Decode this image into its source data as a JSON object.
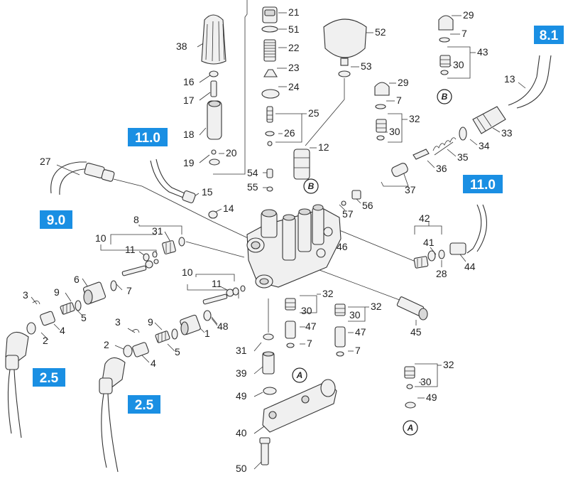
{
  "accent_color": "#1a8fe3",
  "part_numbers": [
    "1",
    "2",
    "3",
    "4",
    "5",
    "6",
    "7",
    "8",
    "9",
    "10",
    "11",
    "12",
    "13",
    "14",
    "15",
    "16",
    "17",
    "18",
    "19",
    "20",
    "21",
    "22",
    "23",
    "24",
    "25",
    "26",
    "27",
    "28",
    "29",
    "30",
    "31",
    "32",
    "33",
    "34",
    "35",
    "36",
    "37",
    "38",
    "39",
    "40",
    "41",
    "42",
    "43",
    "44",
    "45",
    "46",
    "47",
    "48",
    "49",
    "50",
    "51",
    "52",
    "53",
    "54",
    "55",
    "56",
    "57"
  ],
  "labels": {
    "p1": "1",
    "p2a": "2",
    "p2b": "2",
    "p3a": "3",
    "p3b": "3",
    "p4a": "4",
    "p4b": "4",
    "p5a": "5",
    "p5b": "5",
    "p6": "6",
    "p7a": "7",
    "p7b": "7",
    "p7c": "7",
    "p7d": "7",
    "p7e": "7",
    "p8": "8",
    "p9a": "9",
    "p9b": "9",
    "p10a": "10",
    "p10b": "10",
    "p11a": "11",
    "p11b": "11",
    "p12": "12",
    "p13": "13",
    "p14": "14",
    "p15": "15",
    "p16": "16",
    "p17": "17",
    "p18": "18",
    "p19": "19",
    "p20": "20",
    "p21": "21",
    "p22": "22",
    "p23": "23",
    "p24": "24",
    "p25": "25",
    "p26": "26",
    "p27": "27",
    "p28": "28",
    "p29a": "29",
    "p29b": "29",
    "p30a": "30",
    "p30b": "30",
    "p30c": "30",
    "p30d": "30",
    "p30e": "30",
    "p31a": "31",
    "p31b": "31",
    "p32a": "32",
    "p32b": "32",
    "p32c": "32",
    "p32d": "32",
    "p33": "33",
    "p34": "34",
    "p35": "35",
    "p36": "36",
    "p37": "37",
    "p38": "38",
    "p39": "39",
    "p40": "40",
    "p41": "41",
    "p42": "42",
    "p43": "43",
    "p44": "44",
    "p45": "45",
    "p46": "46",
    "p47a": "47",
    "p47b": "47",
    "p48": "48",
    "p49a": "49",
    "p49b": "49",
    "p50": "50",
    "p51": "51",
    "p52": "52",
    "p53": "53",
    "p54": "54",
    "p55": "55",
    "p56": "56",
    "p57": "57"
  },
  "references": {
    "r81": "8.1",
    "r110a": "11.0",
    "r110b": "11.0",
    "r90": "9.0",
    "r25a": "2.5",
    "r25b": "2.5"
  },
  "connectors": {
    "A1": "A",
    "A2": "A",
    "B1": "B",
    "B2": "B"
  }
}
